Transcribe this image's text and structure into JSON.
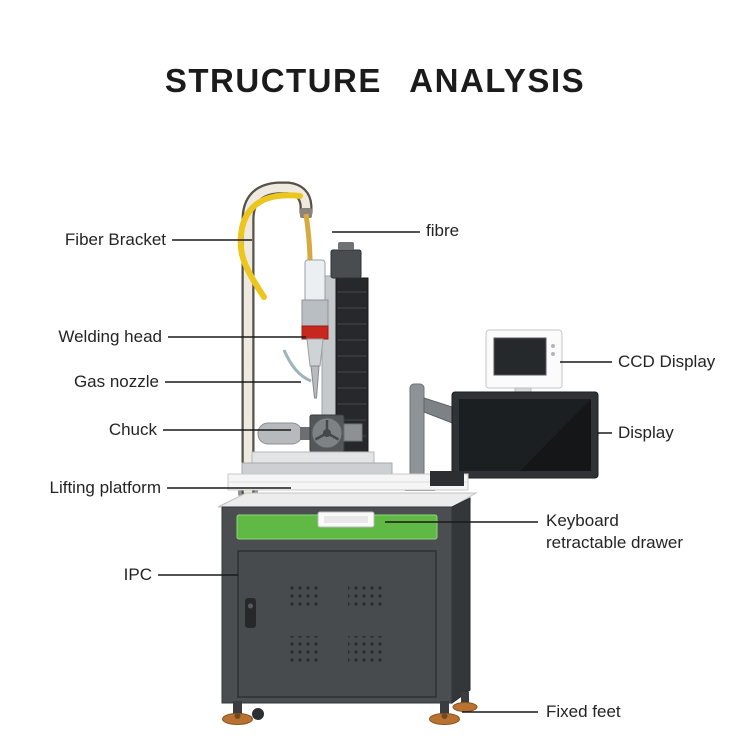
{
  "title": "STRUCTURE ANALYSIS",
  "labels": {
    "fiber_bracket": "Fiber Bracket",
    "fibre": "fibre",
    "welding_head": "Welding head",
    "gas_nozzle": "Gas nozzle",
    "chuck": "Chuck",
    "lifting_platform": "Lifting platform",
    "ipc": "IPC",
    "ccd_display": "CCD Display",
    "display": "Display",
    "keyboard_drawer": "Keyboard\nretractable drawer",
    "fixed_feet": "Fixed feet"
  },
  "colors": {
    "drawer_green": "#5fb944",
    "fiber_yellow": "#ecc51d",
    "feet_bronze": "#b9722f",
    "cabinet_gray": "#4b4e51",
    "label_text": "#242424"
  }
}
